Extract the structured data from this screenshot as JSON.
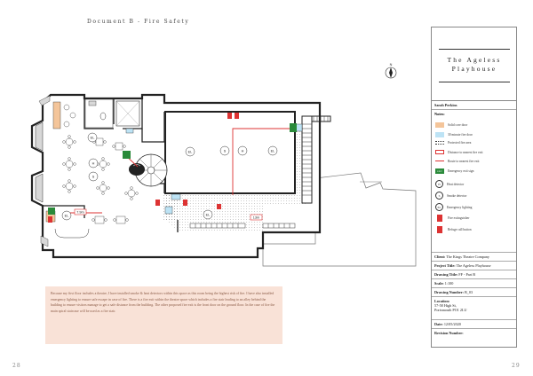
{
  "header": {
    "title": "Document B - Fire Safety"
  },
  "pages": {
    "left": "28",
    "right": "29"
  },
  "titleblock": {
    "company_line1": "The Ageless",
    "company_line2": "Playhouse",
    "author": "Sarah Perkins",
    "notes_label": "Notes:",
    "legend": [
      {
        "label": "Solid core door",
        "kind": "swatch",
        "color": "#f4c59a"
      },
      {
        "label": "30 minute fire door",
        "kind": "swatch",
        "color": "#bde3f5"
      },
      {
        "label": "Protected fire area",
        "kind": "dots"
      },
      {
        "label": "Distance to nearest fire exit",
        "kind": "outline",
        "color": "#d33"
      },
      {
        "label": "Route to nearest fire exit",
        "kind": "arrow",
        "color": "#d33"
      },
      {
        "label": "Emergency exit sign",
        "kind": "exit",
        "color": "#2a8a3a"
      },
      {
        "label": "Heat detector",
        "kind": "circle",
        "symbol": "H"
      },
      {
        "label": "Smoke detector",
        "kind": "circle",
        "symbol": "S"
      },
      {
        "label": "Emergency lighting",
        "kind": "circle",
        "symbol": "EL"
      },
      {
        "label": "Fire extinguisher",
        "kind": "ext",
        "color": "#d33"
      },
      {
        "label": "Refuge call button",
        "kind": "ext",
        "color": "#d33"
      }
    ],
    "client": {
      "label": "Client:",
      "value": "The Kings Theatre Company"
    },
    "project": {
      "label": "Project Title:",
      "value": "The Ageless Playhouse"
    },
    "drawing_title": {
      "label": "Drawing Title:",
      "value": "FF - Part B"
    },
    "scale": {
      "label": "Scale:",
      "value": "1:100"
    },
    "drawing_number": {
      "label": "Drawing Number:",
      "value": "B_03"
    },
    "location": {
      "label": "Location:",
      "line1": "57-58 High St,",
      "line2": "Portsmouth PO1 2LU"
    },
    "date": {
      "label": "Date:",
      "value": "12/05/2020"
    },
    "revision": {
      "label": "Revision Number:",
      "value": ""
    }
  },
  "plan": {
    "north_label": "N",
    "exit_sign_text": "EXIT",
    "labels": {
      "el": "EL",
      "h": "H",
      "s": "S",
      "dist1": "7.9m",
      "dist2": "13m"
    }
  },
  "description": "Because my first floor includes a theatre, I have installed smoke & heat detectors within this space as this room being the highest risk of fire. I have also installed emergency lighting to ensure safe escape in case of fire. There is a fire exit within the theatre space which includes a fire stair leading to an alley behind the building to ensure visitors manage to get a safe distance from the building. The other proposed fire exit is the front door on the ground floor. In the case of fire the main spiral staircase will be used as a fire stair."
}
